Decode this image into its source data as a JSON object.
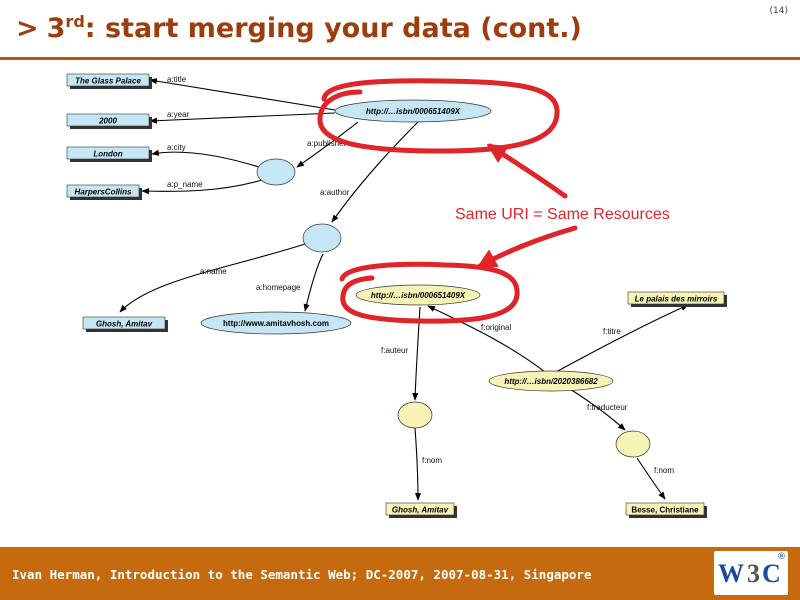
{
  "slide": {
    "title_prefix": ">",
    "title_number": "3",
    "title_ordinal": "rd",
    "title_rest": ": start merging your data (cont.)",
    "slide_number": "(14)"
  },
  "footer": {
    "text": "Ivan Herman, Introduction to the Semantic Web; DC-2007, 2007-08-31, Singapore",
    "logo": "W3C",
    "logo_registered": "®"
  },
  "colors": {
    "title": "#9c3d0d",
    "footer_bg": "#c66a10",
    "blue_node": "#c5e6f5",
    "yellow_node": "#f7f3b6",
    "highlight": "#e0252a"
  },
  "graph": {
    "nodes": [
      {
        "id": "n_isbn_a",
        "label": "http://…isbn/000651409X"
      },
      {
        "id": "n_title",
        "label": "The Glass Palace"
      },
      {
        "id": "n_year",
        "label": "2000"
      },
      {
        "id": "n_city",
        "label": "London"
      },
      {
        "id": "n_publisher",
        "label": "HarpersCollins"
      },
      {
        "id": "n_pub_blank",
        "label": ""
      },
      {
        "id": "n_author_blank",
        "label": ""
      },
      {
        "id": "n_name",
        "label": "Ghosh, Amitav"
      },
      {
        "id": "n_homepage",
        "label": "http://www.amitavhosh.com"
      },
      {
        "id": "n_isbn_b",
        "label": "http://…isbn/000651409X"
      },
      {
        "id": "n_titre",
        "label": "Le palais des mirroirs"
      },
      {
        "id": "n_isbn_fr",
        "label": "http://…isbn/2020386682"
      },
      {
        "id": "n_auteur_blank",
        "label": ""
      },
      {
        "id": "n_trad_blank",
        "label": ""
      },
      {
        "id": "n_nom_ghosh",
        "label": "Ghosh, Amitav"
      },
      {
        "id": "n_nom_besse",
        "label": "Besse, Christiane"
      }
    ],
    "edges": [
      {
        "id": "e_title",
        "label": "a:title"
      },
      {
        "id": "e_year",
        "label": "a:year"
      },
      {
        "id": "e_publisher",
        "label": "a:publisher"
      },
      {
        "id": "e_city",
        "label": "a:city"
      },
      {
        "id": "e_pname",
        "label": "a:p_name"
      },
      {
        "id": "e_author",
        "label": "a:author"
      },
      {
        "id": "e_name",
        "label": "a:name"
      },
      {
        "id": "e_homepage",
        "label": "a:homepage"
      },
      {
        "id": "e_original",
        "label": "f:original"
      },
      {
        "id": "e_auteur",
        "label": "f:auteur"
      },
      {
        "id": "e_titre",
        "label": "f:titre"
      },
      {
        "id": "e_traducteur",
        "label": "f:traducteur"
      },
      {
        "id": "e_nom1",
        "label": "f:nom"
      },
      {
        "id": "e_nom2",
        "label": "f:nom"
      }
    ],
    "annotation": "Same URI = Same Resources"
  }
}
